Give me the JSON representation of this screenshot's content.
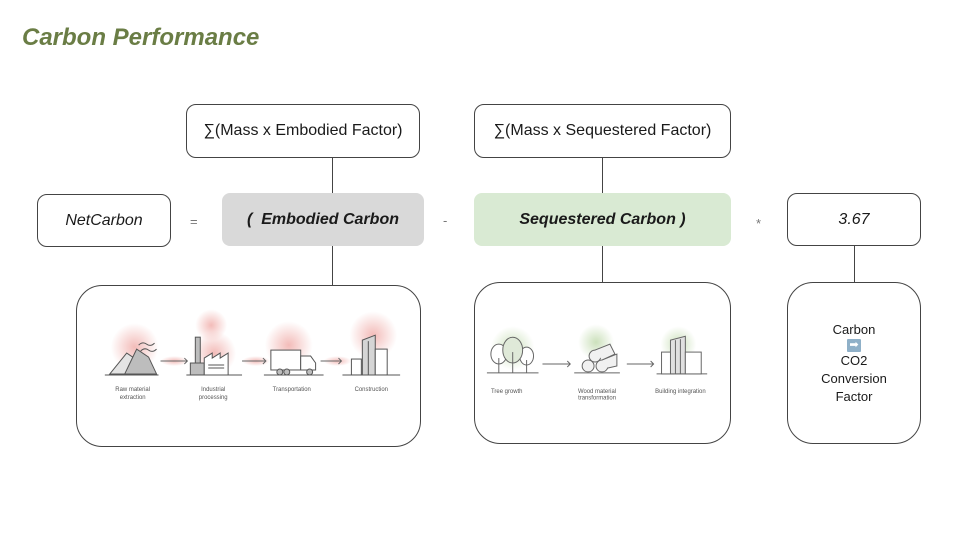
{
  "title": "Carbon Performance",
  "formula": {
    "embodied_sum": "∑(Mass x Embodied Factor)",
    "sequestered_sum": "∑(Mass x Sequestered Factor)",
    "net_carbon": "NetCarbon",
    "equals": "=",
    "embodied_carbon": "(  Embodied Carbon",
    "minus": "-",
    "sequestered_carbon": "Sequestered Carbon )",
    "multiply": "*",
    "factor": "3.67"
  },
  "embodied_process": {
    "steps": [
      "Raw material extraction",
      "Industrial processing",
      "Transportation",
      "Construction"
    ],
    "accent_color": "#f2b8b5"
  },
  "sequestered_process": {
    "steps": [
      "Tree growth",
      "Wood material transformation",
      "Building integration"
    ],
    "accent_color": "#c9dfb8"
  },
  "conversion": {
    "line1": "Carbon",
    "icon": "right-arrow-icon",
    "line2": "CO2",
    "line3": "Conversion",
    "line4": "Factor"
  },
  "colors": {
    "title": "#6a7d45",
    "embodied_fill": "#d9d9d9",
    "sequestered_fill": "#d9ead3"
  }
}
